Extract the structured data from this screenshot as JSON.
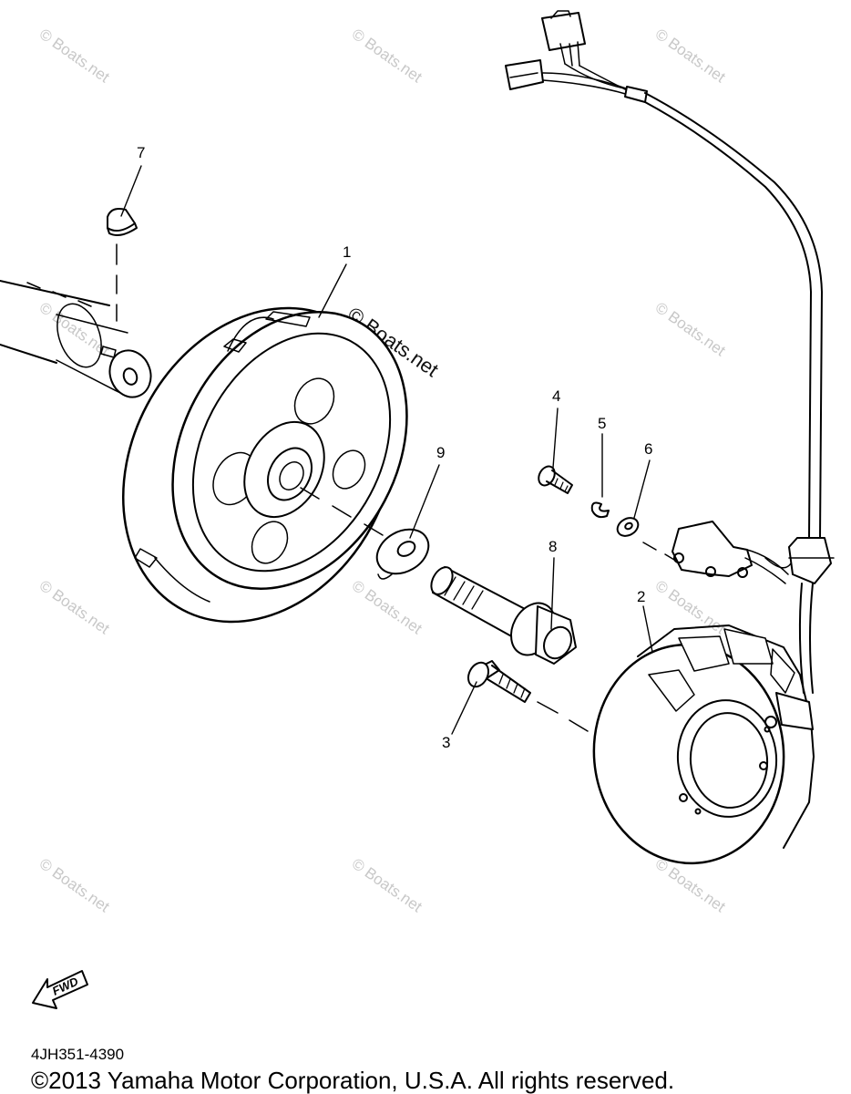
{
  "diagram": {
    "callouts": [
      {
        "id": "1",
        "label": "1"
      },
      {
        "id": "2",
        "label": "2"
      },
      {
        "id": "3",
        "label": "3"
      },
      {
        "id": "4",
        "label": "4"
      },
      {
        "id": "5",
        "label": "5"
      },
      {
        "id": "6",
        "label": "6"
      },
      {
        "id": "7",
        "label": "7"
      },
      {
        "id": "8",
        "label": "8"
      },
      {
        "id": "9",
        "label": "9"
      }
    ],
    "watermark_main": "© Boats.net",
    "watermark": "© Boats.net",
    "fwd_label": "FWD",
    "part_number": "4JH351-4390",
    "copyright": "©2013 Yamaha Motor Corporation, U.S.A. All rights reserved."
  }
}
